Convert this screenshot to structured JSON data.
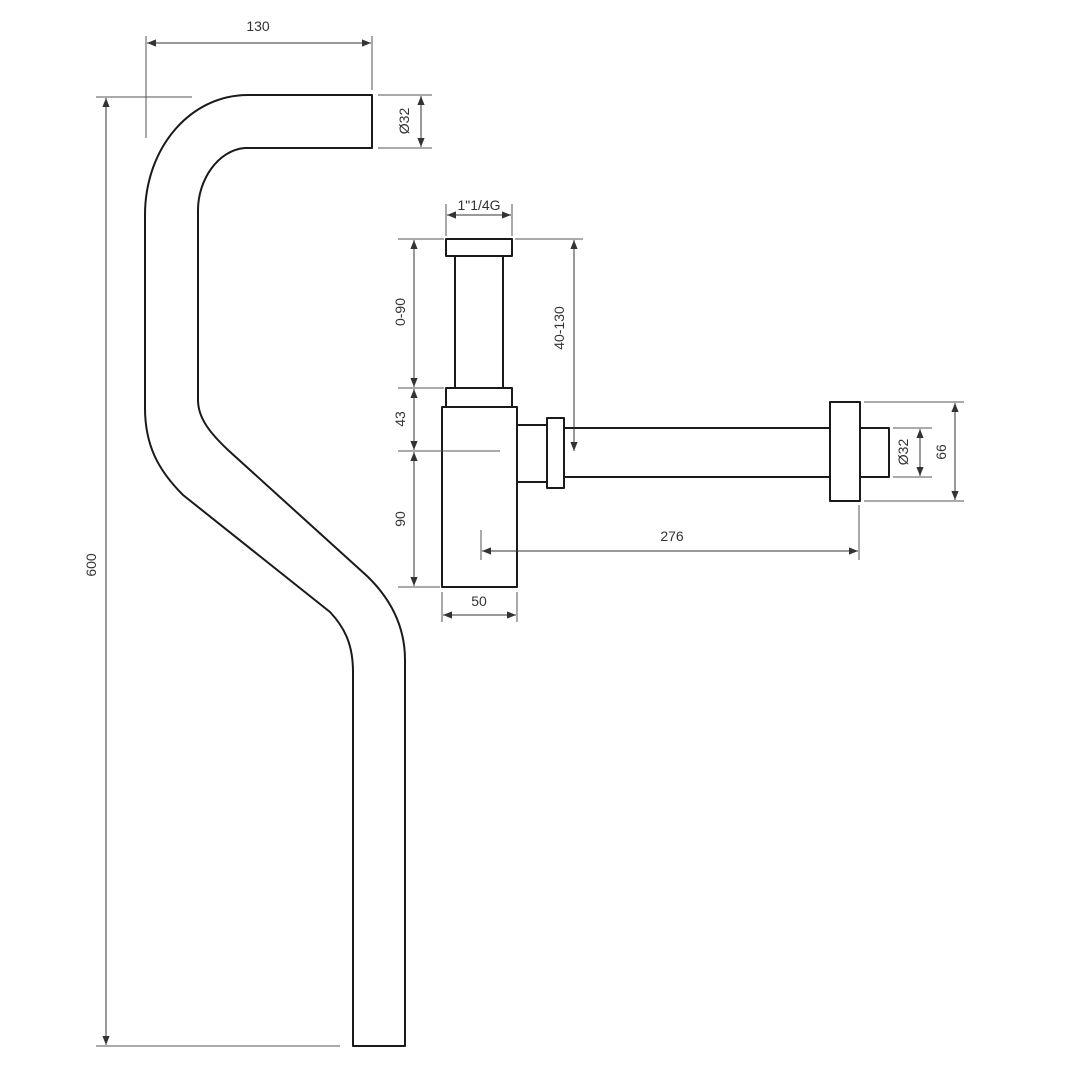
{
  "colors": {
    "line": "#1a1a1a",
    "dimension": "#333333",
    "background": "#ffffff"
  },
  "dimensions": {
    "pipe_offset": "130",
    "pipe_diameter": "Ø32",
    "pipe_height": "600",
    "thread_size": "1\"1/4G",
    "extension_range": "0-90",
    "nut_height": "43",
    "body_height": "90",
    "body_width": "50",
    "outlet_height_range": "40-130",
    "outlet_length": "276",
    "wall_diameter": "Ø32",
    "flange_diameter": "66"
  }
}
